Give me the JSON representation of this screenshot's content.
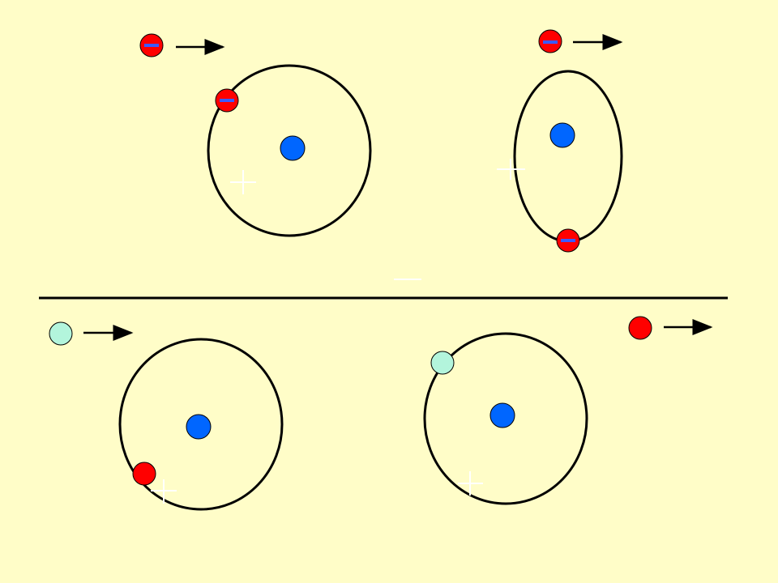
{
  "colors": {
    "background": "#fffdc8",
    "electron": "#ff0000",
    "nucleus": "#0066ff",
    "positron": "#b3f5dc",
    "minus_sign": "#3b5bff",
    "orbit": "#000000",
    "arrow": "#000000",
    "divider": "#000000",
    "faint_mark": "#ffffff"
  },
  "icons": {
    "electron": "electron-icon",
    "nucleus": "nucleus-icon",
    "positron": "positron-icon",
    "arrow": "right-arrow-icon",
    "plus_mark": "plus-mark-icon",
    "minus_mark": "minus-mark-icon"
  },
  "panels": [
    {
      "id": "top-left",
      "description_visible": false
    },
    {
      "id": "top-right",
      "description_visible": false
    },
    {
      "id": "bottom-left",
      "description_visible": false
    },
    {
      "id": "bottom-right",
      "description_visible": false
    }
  ]
}
